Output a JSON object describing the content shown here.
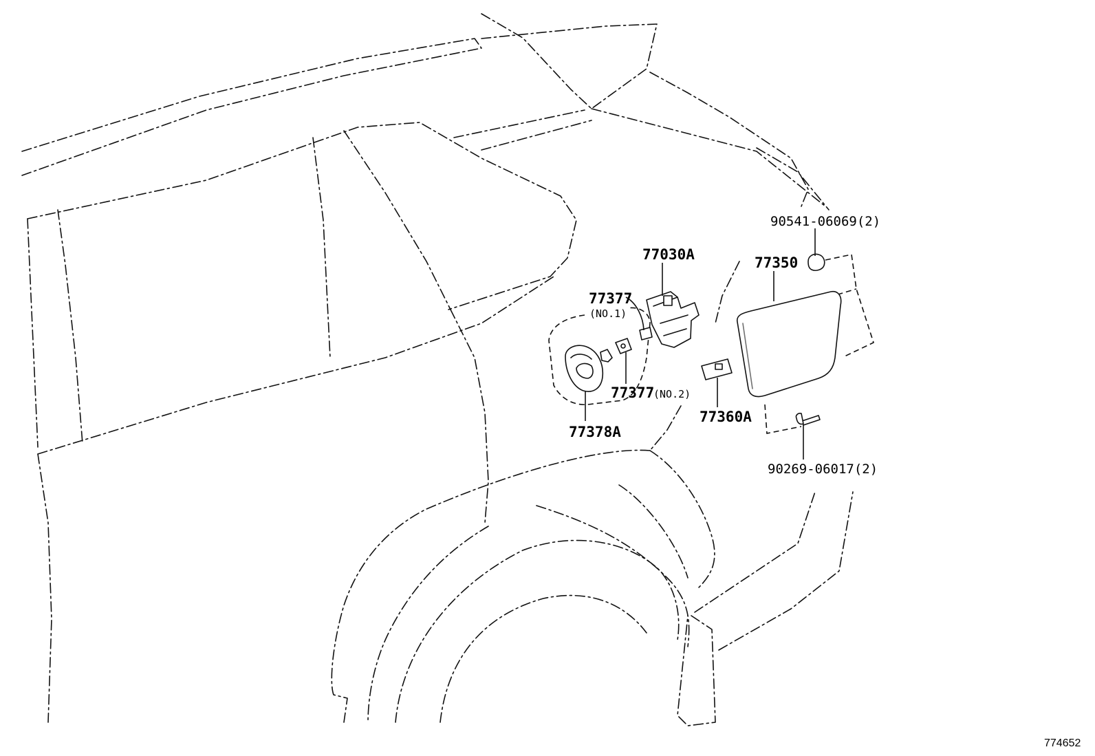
{
  "labels": {
    "bolt_clip": "90541-06069(2)",
    "lid": "77350",
    "lock_actuator": "77030A",
    "hinge_spring_no1_part": "77377",
    "hinge_spring_no1_tag": "(NO.1)",
    "hinge_spring_no2_part": "77377",
    "hinge_spring_no2_tag": "(NO.2)",
    "filler_box": "77378A",
    "hinge": "77360A",
    "screw": "90269-06017(2)"
  },
  "reference_number": "774652"
}
